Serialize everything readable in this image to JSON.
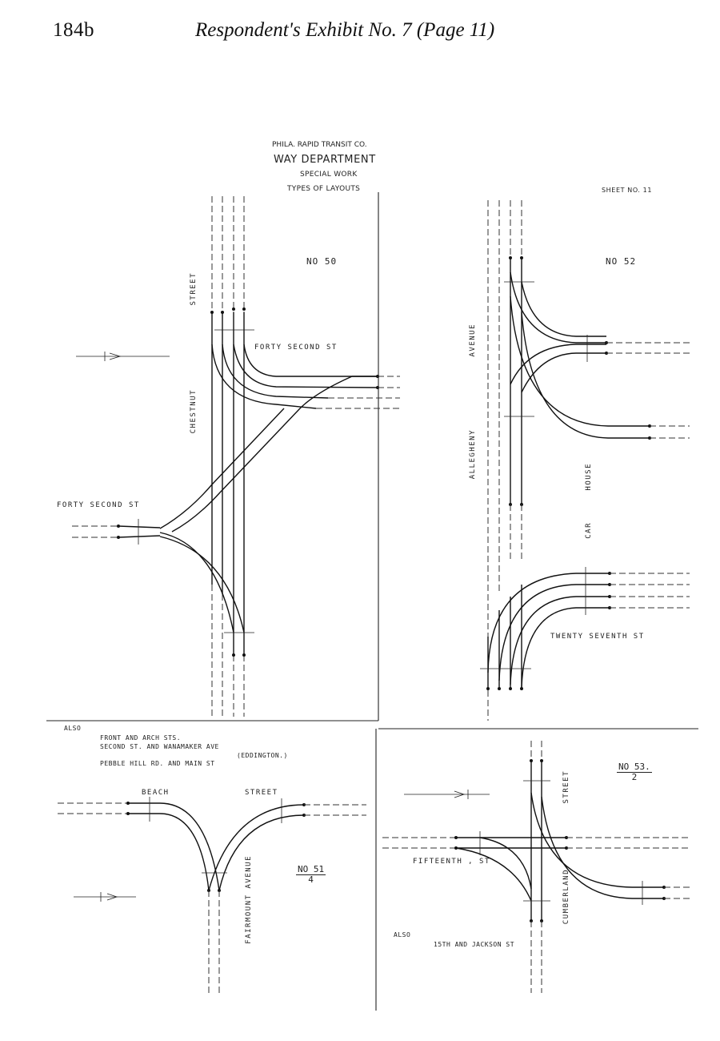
{
  "header": {
    "page_number": "184b",
    "title": "Respondent's Exhibit No. 7 (Page 11)"
  },
  "drawing_title": {
    "company": "PHILA. RAPID TRANSIT CO.",
    "department": "WAY DEPARTMENT",
    "subtitle": "SPECIAL WORK",
    "types": "TYPES OF LAYOUTS",
    "sheet": "SHEET No. 11"
  },
  "layout_50": {
    "number": "NO 50",
    "street_vertical_top": "STREET",
    "street_vertical_main": "CHESTNUT",
    "street_right": "FORTY SECOND ST",
    "street_left": "FORTY SECOND ST"
  },
  "layout_52": {
    "number": "NO 52",
    "avenue_word": "AVENUE",
    "avenue_name": "ALLEGHENY",
    "car_house_1": "HOUSE",
    "car_house_2": "CAR",
    "street": "TWENTY SEVENTH ST"
  },
  "layout_51": {
    "also_label": "ALSO",
    "also_lines": [
      "FRONT AND ARCH STS.",
      "SECOND ST. AND WANAMAKER AVE",
      "(EDDINGTON.)",
      "PEBBLE HILL RD. AND MAIN ST"
    ],
    "street_left": "BEACH",
    "street_right": "STREET",
    "number_top": "NO 51",
    "number_bottom": "4",
    "avenue": "FAIRMOUNT AVENUE"
  },
  "layout_53": {
    "number_top": "NO 53.",
    "number_bottom": "2",
    "street_vertical": "STREET",
    "street_fifteenth": "FIFTEENTH , ST",
    "cumberland": "CUMBERLAND",
    "also_label": "ALSO",
    "also_text": "15TH AND JACKSON ST"
  }
}
